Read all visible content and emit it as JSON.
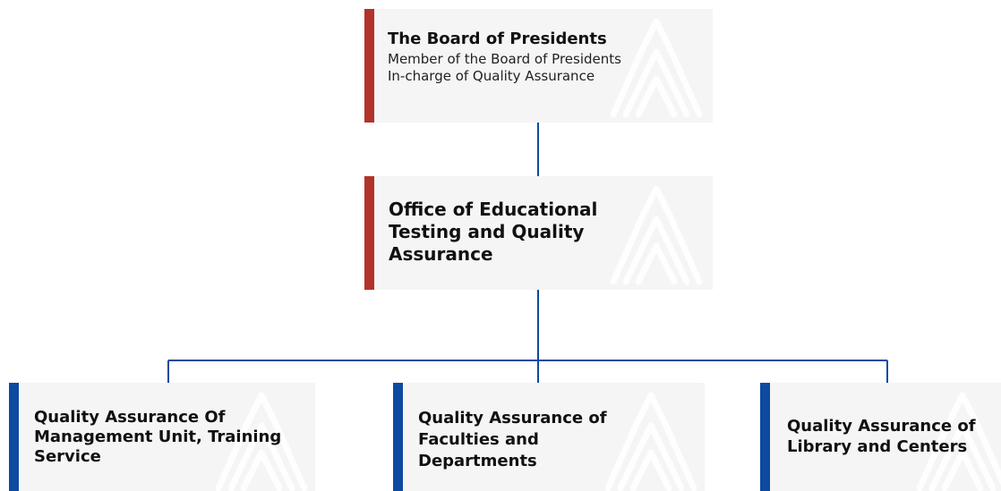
{
  "colors": {
    "top_accent": "#b1332a",
    "bottom_accent": "#0d4aa0",
    "connector": "#0d4aa0",
    "box_fill": "#f5f5f5"
  },
  "icons": {
    "watermark": "logo-watermark-icon"
  },
  "nodes": {
    "board": {
      "title": "The Board of Presidents",
      "subtitle_line1": "Member of the Board of Presidents",
      "subtitle_line2": "In-charge of Quality Assurance"
    },
    "office": {
      "line1": "Office of Educational",
      "line2": "Testing and Quality",
      "line3": "Assurance"
    },
    "management": {
      "line1": "Quality Assurance Of",
      "line2": "Management Unit, Training",
      "line3": "Service"
    },
    "faculties": {
      "line1": "Quality Assurance of",
      "line2": "Faculties and",
      "line3": "Departments"
    },
    "library": {
      "line1": "Quality Assurance of",
      "line2": "Library and Centers"
    }
  }
}
